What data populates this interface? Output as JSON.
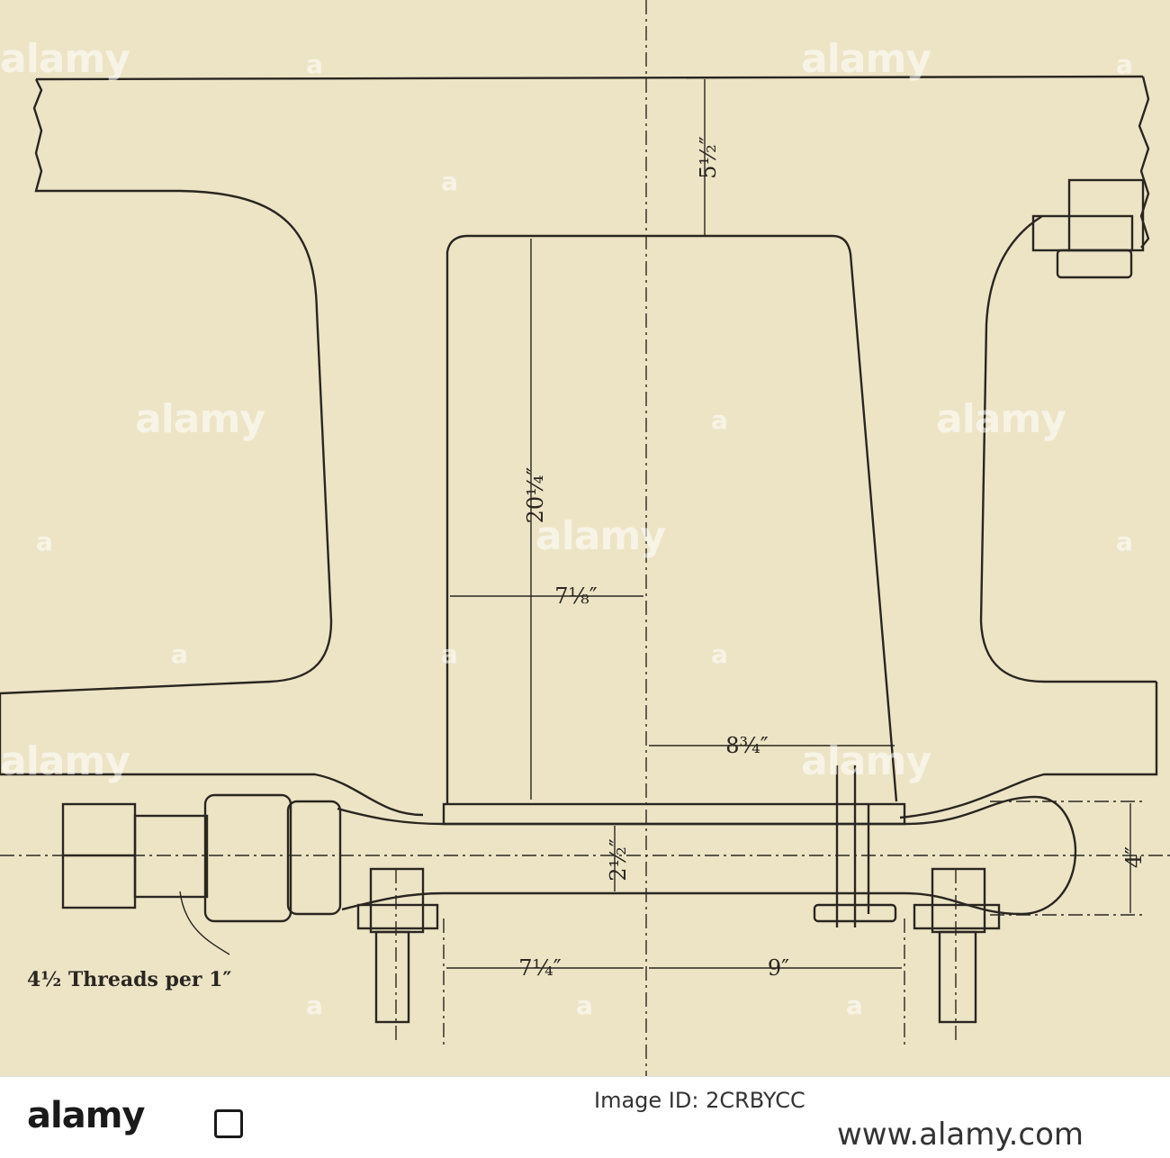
{
  "drawing": {
    "dims": {
      "top_gap": "5½″",
      "height": "20¼″",
      "half_width_left": "7⅛″",
      "half_width_right": "8¾″",
      "bar_thickness": "2½″",
      "head_depth": "4″",
      "span_left": "7¼″",
      "span_right": "9″"
    },
    "thread_note": "4½ Threads per 1″"
  },
  "watermark": "alamy",
  "footer": {
    "brand": "alamy",
    "image_id": "Image ID: 2CRBYCC",
    "site": "www.alamy.com"
  },
  "colors": {
    "paper": "#ede4c6",
    "ink": "#2a2620"
  }
}
